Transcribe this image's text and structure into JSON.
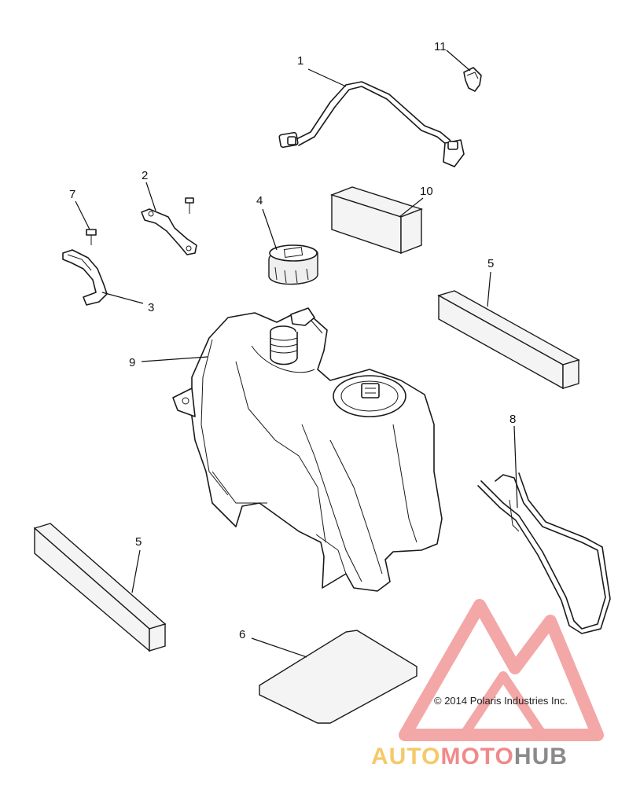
{
  "diagram": {
    "callouts": [
      "1",
      "2",
      "3",
      "4",
      "5",
      "5",
      "6",
      "7",
      "8",
      "9",
      "10",
      "11"
    ],
    "copyright": "© 2014 Polaris Industries Inc."
  },
  "watermark": {
    "part_a": "AUTO",
    "part_b": "MOTO",
    "part_c": "HUB",
    "colors": {
      "primary": "#f08a8a",
      "secondary": "#f5c96a",
      "dark": "#8a8a8a"
    }
  }
}
